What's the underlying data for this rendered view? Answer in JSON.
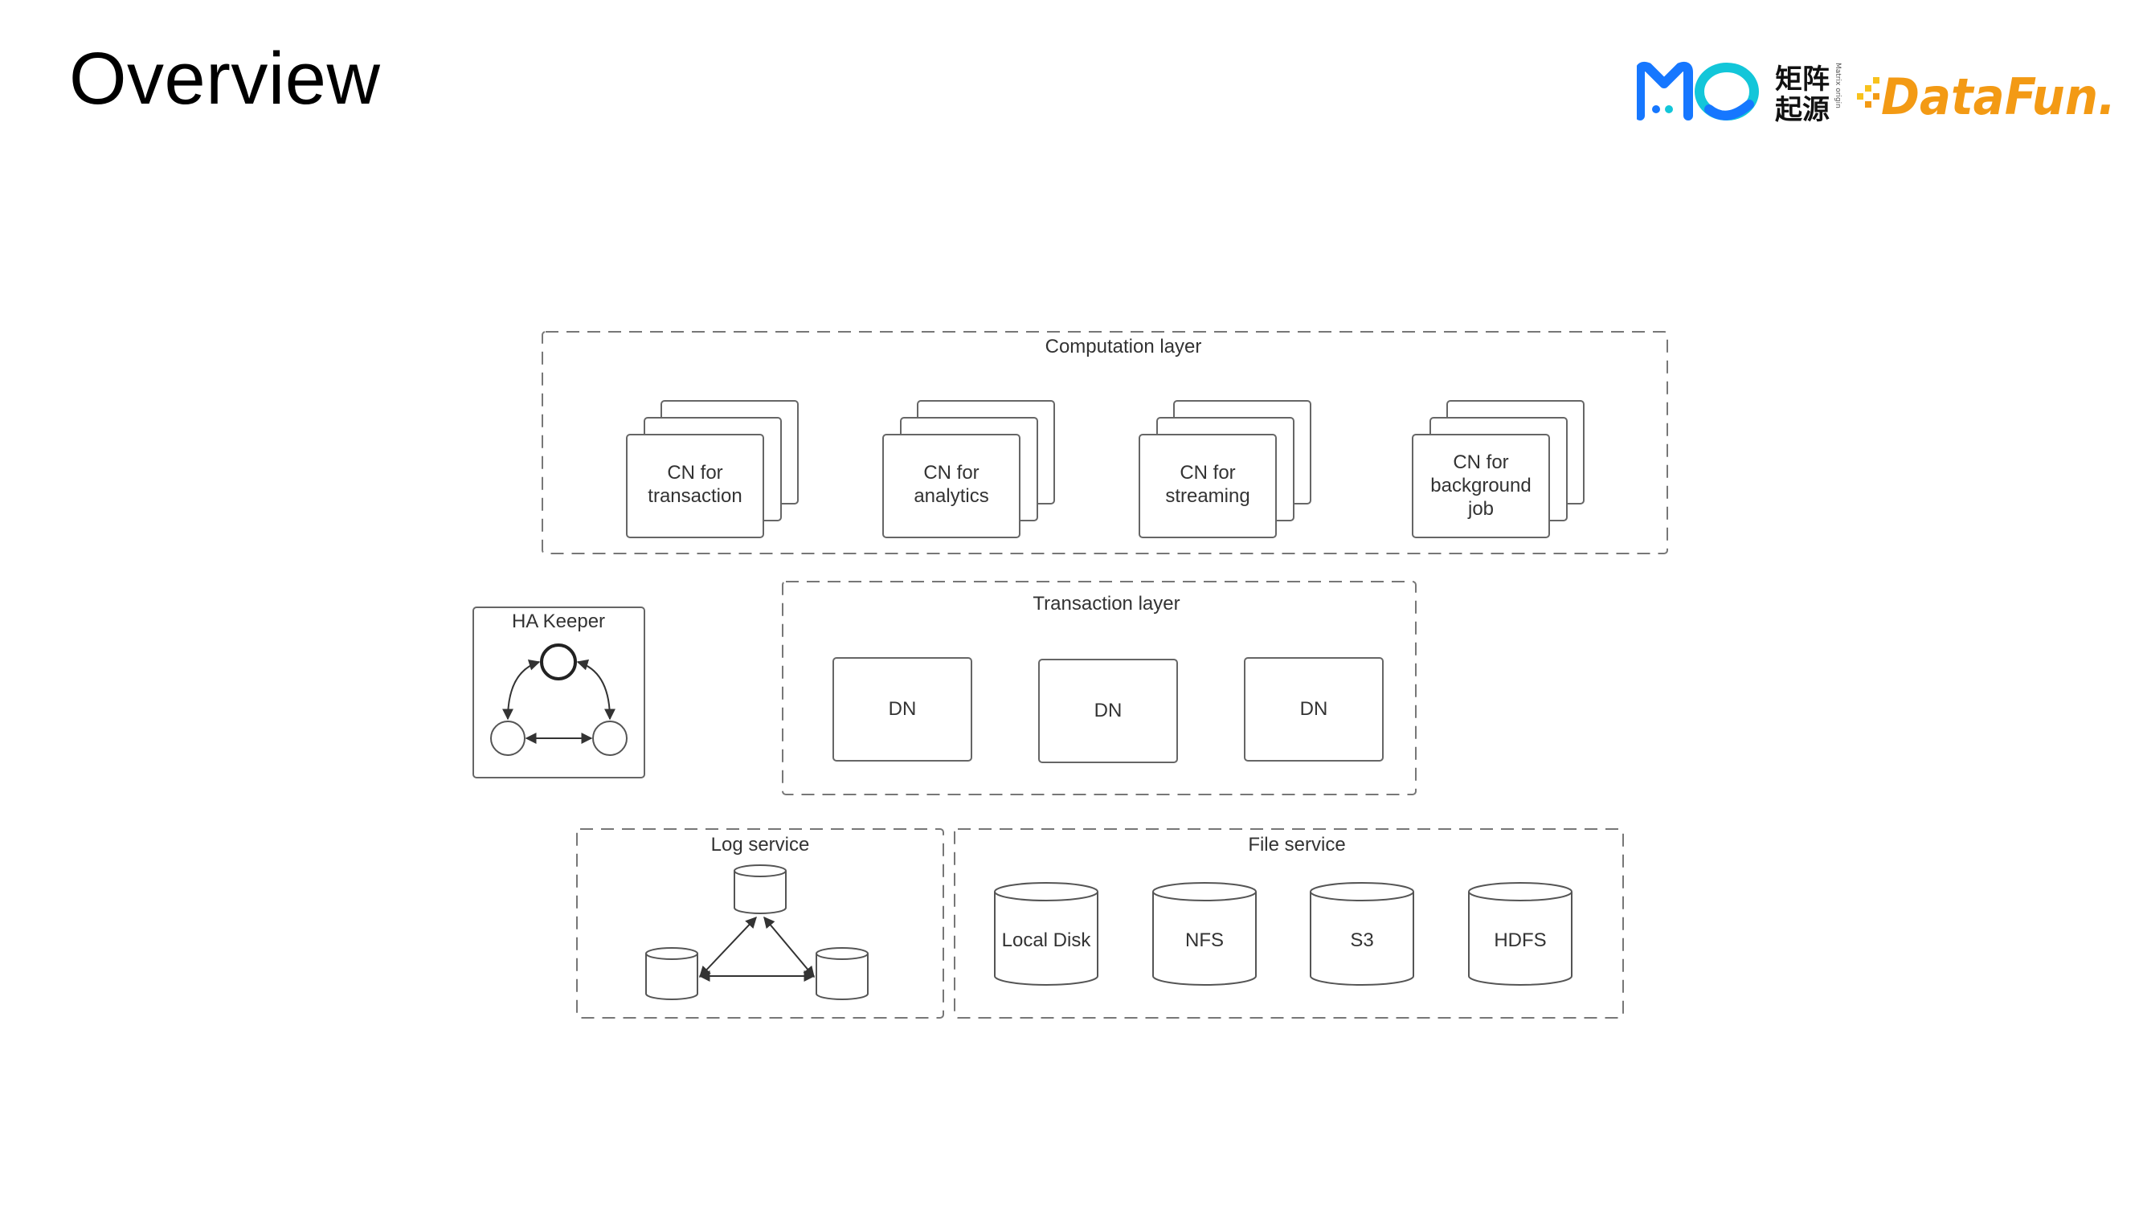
{
  "title": "Overview",
  "logos": {
    "mo_mark": "MO",
    "mo_cn_line1": "矩阵",
    "mo_cn_line2": "起源",
    "mo_en": "Matrix origin",
    "datafun": "DataFun.",
    "colors": {
      "mo_blue": "#1677ff",
      "mo_cyan": "#12c6d9",
      "datafun_orange": "#f39a14"
    }
  },
  "diagram": {
    "computation_layer": {
      "title": "Computation layer",
      "nodes": [
        {
          "lines": [
            "CN for",
            "transaction"
          ]
        },
        {
          "lines": [
            "CN for",
            "analytics"
          ]
        },
        {
          "lines": [
            "CN for",
            "streaming"
          ]
        },
        {
          "lines": [
            "CN for",
            "background",
            "job"
          ]
        }
      ]
    },
    "transaction_layer": {
      "title": "Transaction layer",
      "nodes": [
        "DN",
        "DN",
        "DN"
      ]
    },
    "ha_keeper": {
      "title": "HA Keeper"
    },
    "log_service": {
      "title": "Log service"
    },
    "file_service": {
      "title": "File service",
      "stores": [
        "Local Disk",
        "NFS",
        "S3",
        "HDFS"
      ]
    }
  }
}
